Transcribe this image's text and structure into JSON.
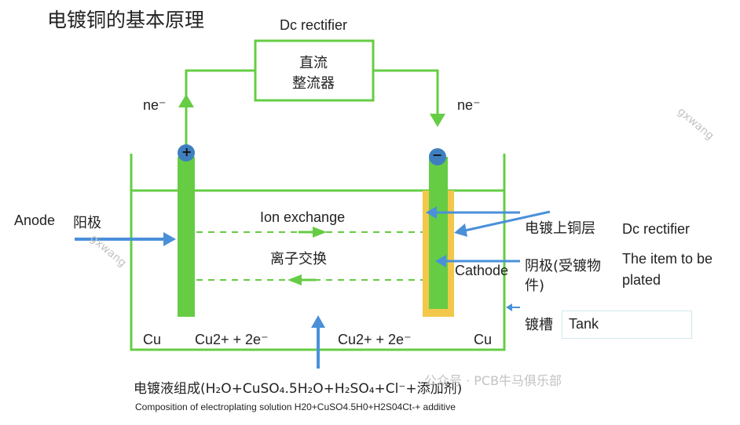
{
  "title": "电镀铜的基本原理",
  "rectifier": {
    "english_label": "Dc rectifier",
    "box_line1": "直流",
    "box_line2": "整流器"
  },
  "electrons": {
    "left": "ne⁻",
    "right": "ne⁻"
  },
  "electrode_signs": {
    "anode": "+",
    "cathode": "−"
  },
  "anode": {
    "english": "Anode",
    "chinese": "阳极"
  },
  "ion_exchange": {
    "english": "Ion exchange",
    "chinese": "离子交换"
  },
  "right_labels": {
    "copper_layer": "电镀上铜层",
    "copper_layer_en": "Dc rectifier",
    "cathode_cn_line1": "阴极(受镀物",
    "cathode_cn_line2": "件)",
    "cathode_en": "Cathode",
    "item_en_line1": "The item to be",
    "item_en_line2": "plated",
    "tank_cn": "镀槽",
    "tank_en": "Tank"
  },
  "reactions": {
    "cu_left": "Cu",
    "mid_left": "Cu2+ + 2e⁻",
    "mid_right": "Cu2+ + 2e⁻",
    "cu_right": "Cu"
  },
  "solution": {
    "chinese": "电镀液组成(H₂O+CuSO₄.5H₂O+H₂SO₄+Cl⁻+添加剂)",
    "english": "Composition of electroplating solution H20+CuSO4.5H0+H2S04Ct-+ additive"
  },
  "watermarks": {
    "center": "公众号 · PCB牛马俱乐部",
    "right": "gxwang",
    "left": "gxwang"
  },
  "colors": {
    "green": "#66cc44",
    "blue": "#4a90d9",
    "yellow": "#f2c84b"
  }
}
